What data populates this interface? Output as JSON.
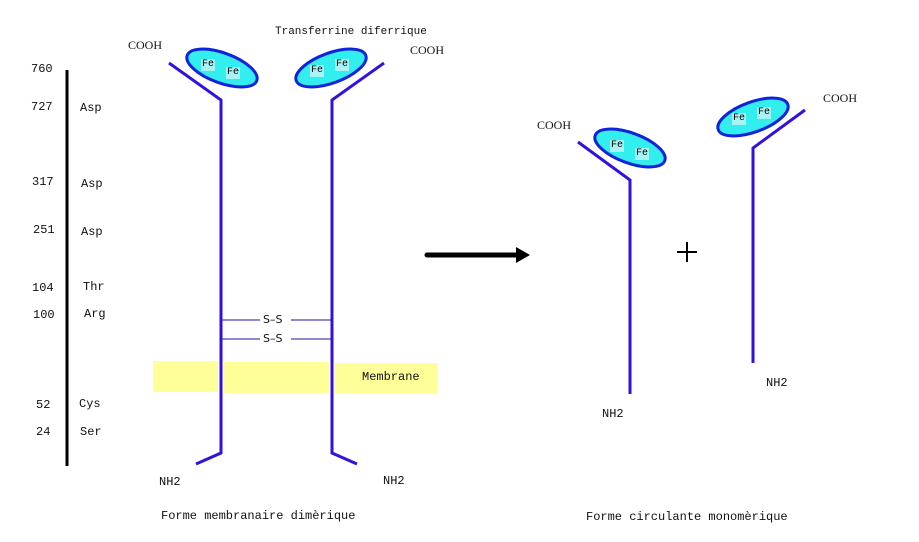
{
  "diagram": {
    "title": "Transferrine diferrique",
    "scale": {
      "ticks": [
        {
          "number": "760",
          "residue": ""
        },
        {
          "number": "727",
          "residue": "Asp"
        },
        {
          "number": "317",
          "residue": "Asp"
        },
        {
          "number": "251",
          "residue": "Asp"
        },
        {
          "number": "104",
          "residue": "Thr"
        },
        {
          "number": "100",
          "residue": "Arg"
        },
        {
          "number": "52",
          "residue": "Cys"
        },
        {
          "number": "24",
          "residue": "Ser"
        }
      ]
    },
    "dimer": {
      "cooh_left": "COOH",
      "cooh_right": "COOH",
      "nh2_left": "NH2",
      "nh2_right": "NH2",
      "disulfide_1": "S–S",
      "disulfide_2": "S–S",
      "membrane_label": "Membrane",
      "iron_left": [
        "Fe",
        "Fe"
      ],
      "iron_right": [
        "Fe",
        "Fe"
      ],
      "caption": "Forme membranaire dimèrique"
    },
    "reaction": {
      "arrow": "right-arrow",
      "plus": "+"
    },
    "monomers": {
      "left": {
        "cooh": "COOH",
        "nh2": "NH2",
        "iron": [
          "Fe",
          "Fe"
        ]
      },
      "right": {
        "cooh": "COOH",
        "nh2": "NH2",
        "iron": [
          "Fe",
          "Fe"
        ]
      },
      "caption": "Forme circulante monomèrique"
    },
    "colors": {
      "chain": "#3311dd",
      "ellipse_fill": "#33eeee",
      "ellipse_stroke": "#1122dd",
      "membrane": "#ffff99",
      "scale_bar": "#000000"
    }
  }
}
